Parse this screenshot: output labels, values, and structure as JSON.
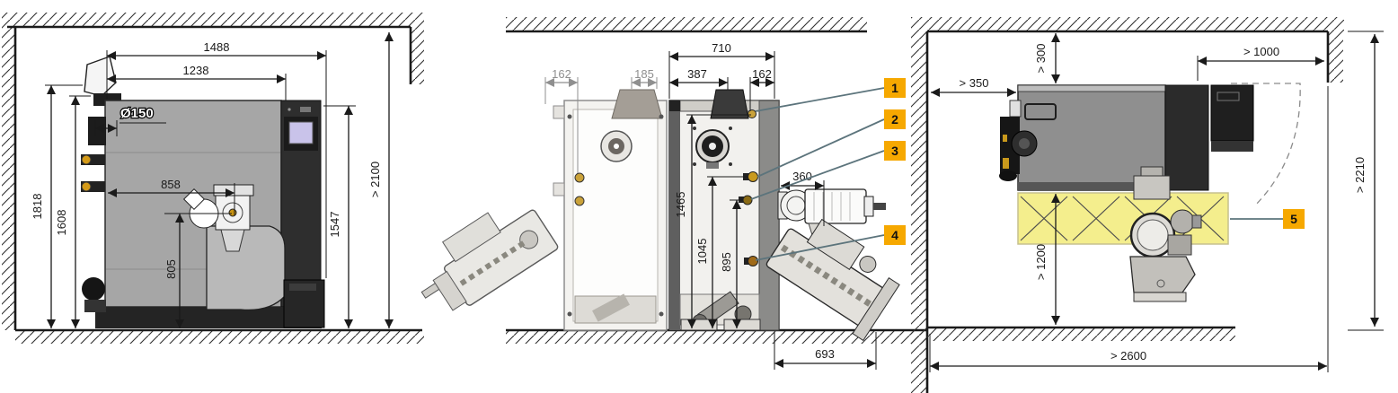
{
  "colors": {
    "callout": "#F6A800",
    "zone": "#F4EE8D",
    "leader": "#5C747C"
  },
  "side": {
    "w1488": "1488",
    "w1238": "1238",
    "flue": "Ø150",
    "w858": "858",
    "h805": "805",
    "h1818": "1818",
    "h1608": "1608",
    "h1547": "1547",
    "hmin": "> 2100"
  },
  "rear": {
    "g162": "162",
    "g185": "185",
    "w710": "710",
    "w387": "387",
    "w162": "162",
    "h1465": "1465",
    "h1045": "1045",
    "h895": "895",
    "c360": "360",
    "f693": "693"
  },
  "plan": {
    "left": "> 350",
    "top": "> 300",
    "right": "> 1000",
    "depth": "> 2210",
    "front": "> 1200",
    "width": "> 2600"
  },
  "callouts": {
    "c1": "1",
    "c2": "2",
    "c3": "3",
    "c4": "4",
    "c5": "5"
  }
}
